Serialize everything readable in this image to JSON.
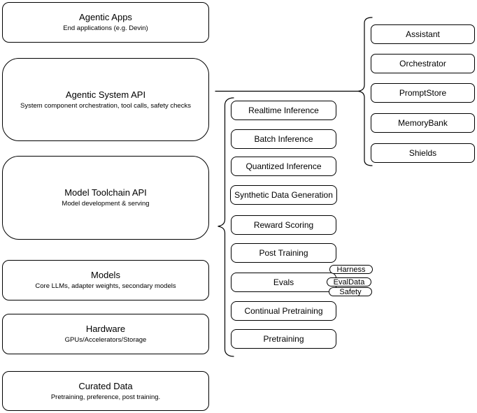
{
  "canvas": {
    "background": "#ffffff",
    "stroke_color": "#000000"
  },
  "left_stack": [
    {
      "title": "Agentic Apps",
      "subtitle": "End applications (e.g. Devin)"
    },
    {
      "title": "Agentic System API",
      "subtitle": "System component orchestration, tool calls, safety checks"
    },
    {
      "title": "Model Toolchain API",
      "subtitle": "Model development & serving"
    },
    {
      "title": "Models",
      "subtitle": "Core LLMs, adapter weights, secondary models"
    },
    {
      "title": "Hardware",
      "subtitle": "GPUs/Accelerators/Storage"
    },
    {
      "title": "Curated Data",
      "subtitle": "Pretraining, preference, post training."
    }
  ],
  "toolchain_services": [
    "Realtime Inference",
    "Batch Inference",
    "Quantized Inference",
    "Synthetic Data Generation",
    "Reward Scoring",
    "Post Training",
    "Evals",
    "Continual Pretraining",
    "Pretraining"
  ],
  "evals_tags": [
    "Harness",
    "EvalData",
    "Safety"
  ],
  "system_components": [
    "Assistant",
    "Orchestrator",
    "PromptStore",
    "MemoryBank",
    "Shields"
  ]
}
